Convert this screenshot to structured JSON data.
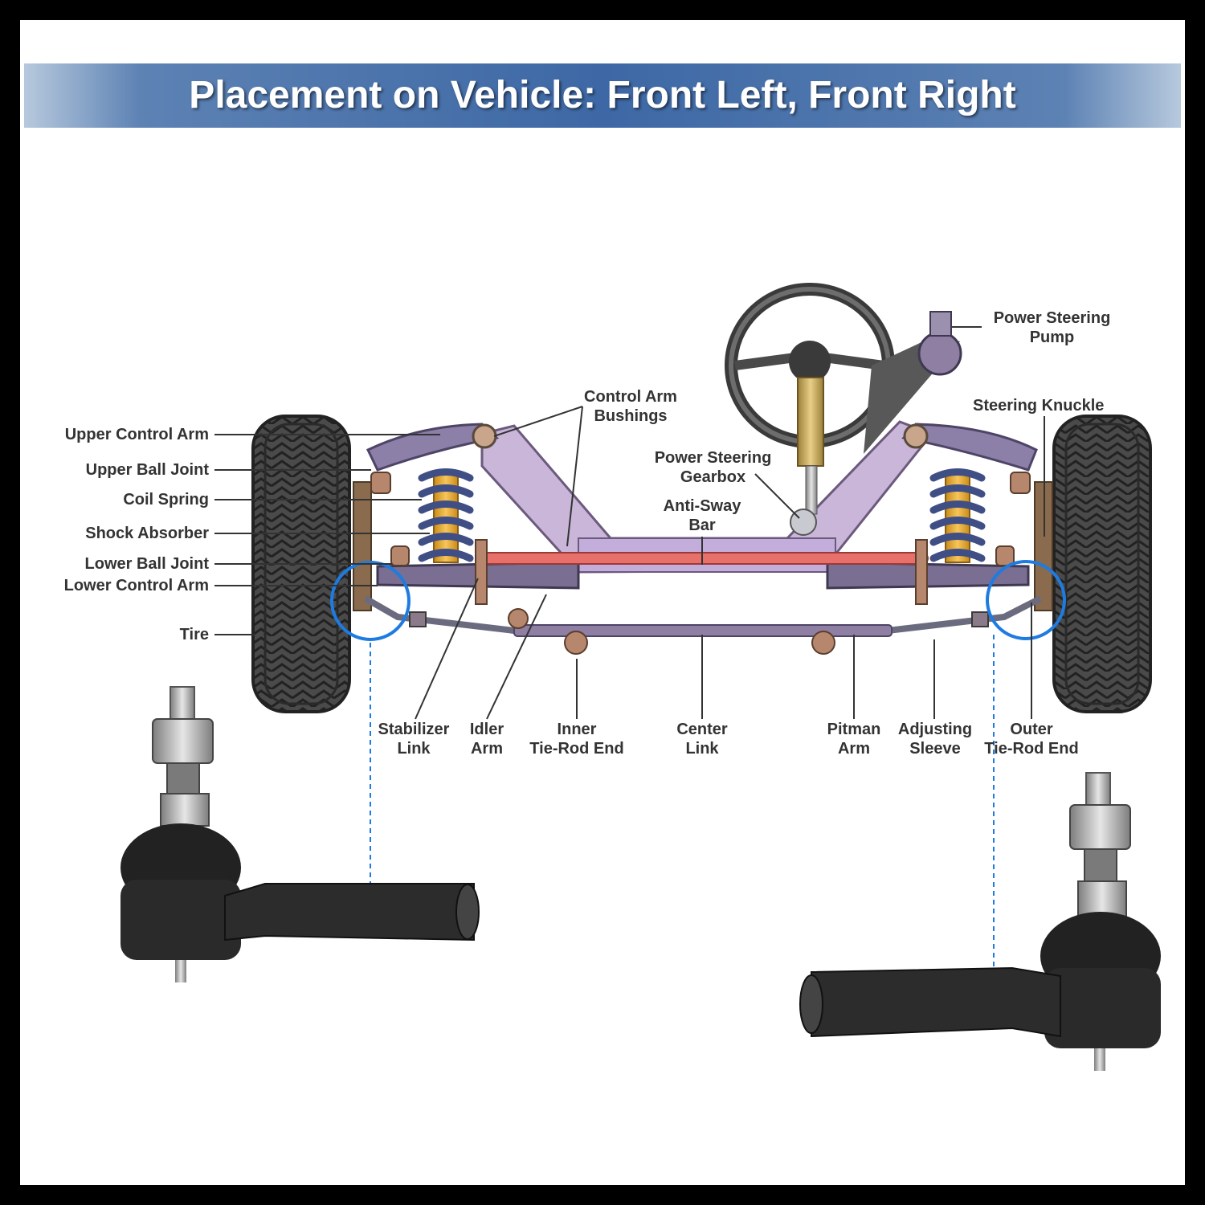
{
  "banner": {
    "title": "Placement on Vehicle: Front Left, Front Right"
  },
  "labels": {
    "upper_control_arm": "Upper Control Arm",
    "upper_ball_joint": "Upper Ball Joint",
    "coil_spring": "Coil Spring",
    "shock_absorber": "Shock Absorber",
    "lower_ball_joint": "Lower Ball Joint",
    "lower_control_arm": "Lower Control Arm",
    "tire": "Tire",
    "control_arm_bushings_1": "Control Arm",
    "control_arm_bushings_2": "Bushings",
    "power_steering_gearbox_1": "Power Steering",
    "power_steering_gearbox_2": "Gearbox",
    "anti_sway_bar_1": "Anti-Sway",
    "anti_sway_bar_2": "Bar",
    "power_steering_pump_1": "Power Steering",
    "power_steering_pump_2": "Pump",
    "steering_knuckle": "Steering Knuckle",
    "stabilizer_link_1": "Stabilizer",
    "stabilizer_link_2": "Link",
    "idler_arm_1": "Idler",
    "idler_arm_2": "Arm",
    "inner_tie_rod_1": "Inner",
    "inner_tie_rod_2": "Tie-Rod End",
    "center_link_1": "Center",
    "center_link_2": "Link",
    "pitman_arm_1": "Pitman",
    "pitman_arm_2": "Arm",
    "adjusting_sleeve_1": "Adjusting",
    "adjusting_sleeve_2": "Sleeve",
    "outer_tie_rod_1": "Outer",
    "outer_tie_rod_2": "Tie-Rod End"
  },
  "colors": {
    "banner": "#3d68a5",
    "frame_lavender": "#c9b6d9",
    "sway_bar": "#e8706a",
    "highlight_circle": "#1e7be0",
    "coil": "#3f4f86",
    "shock": "#f2b335",
    "tire": "#3a3a3a"
  }
}
